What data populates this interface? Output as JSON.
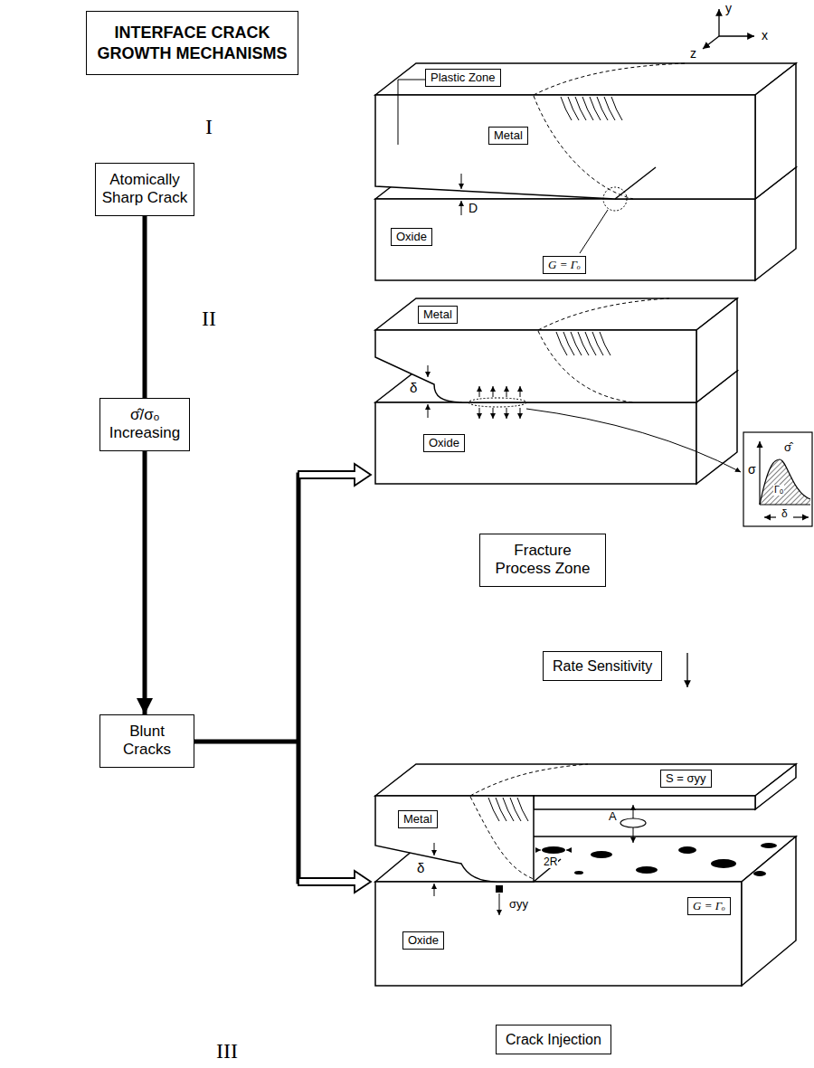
{
  "diagram": {
    "title": "INTERFACE CRACK GROWTH MECHANISMS",
    "nodes": [
      {
        "text": [
          "Atomically Sharp Crack"
        ]
      },
      {
        "text": [
          "Plastic Zone"
        ]
      },
      {
        "text": [
          "Metal"
        ]
      },
      {
        "text": [
          "Oxide"
        ]
      },
      {
        "text": [
          "G = Γₒ"
        ]
      },
      {
        "text": [
          "σ̂/σₒ Increasing"
        ]
      },
      {
        "text": [
          "Metal"
        ]
      },
      {
        "text": [
          "Oxide"
        ]
      },
      {
        "text": [
          "Fracture Process Zone"
        ]
      },
      {
        "text": [
          "Blunt Cracks"
        ]
      },
      {
        "text": [
          "Rate Sensitivity"
        ]
      },
      {
        "text": [
          "S = σyy"
        ]
      },
      {
        "text": [
          "Metal"
        ]
      },
      {
        "text": [
          "Oxide"
        ]
      },
      {
        "text": [
          "G = Γₒ"
        ]
      },
      {
        "text": [
          "Crack Injection"
        ]
      }
    ],
    "edges": [
      {
        "from": 0,
        "to": 5,
        "arrow": "none"
      },
      {
        "from": 5,
        "to": 9,
        "arrow": "to"
      }
    ],
    "labels": [
      "y",
      "x",
      "z",
      "I",
      "D",
      "II",
      "δ",
      "σ",
      "σ̂",
      "Γₒ",
      "δ",
      "δ",
      "A",
      "2R",
      "σyy",
      "III"
    ]
  }
}
